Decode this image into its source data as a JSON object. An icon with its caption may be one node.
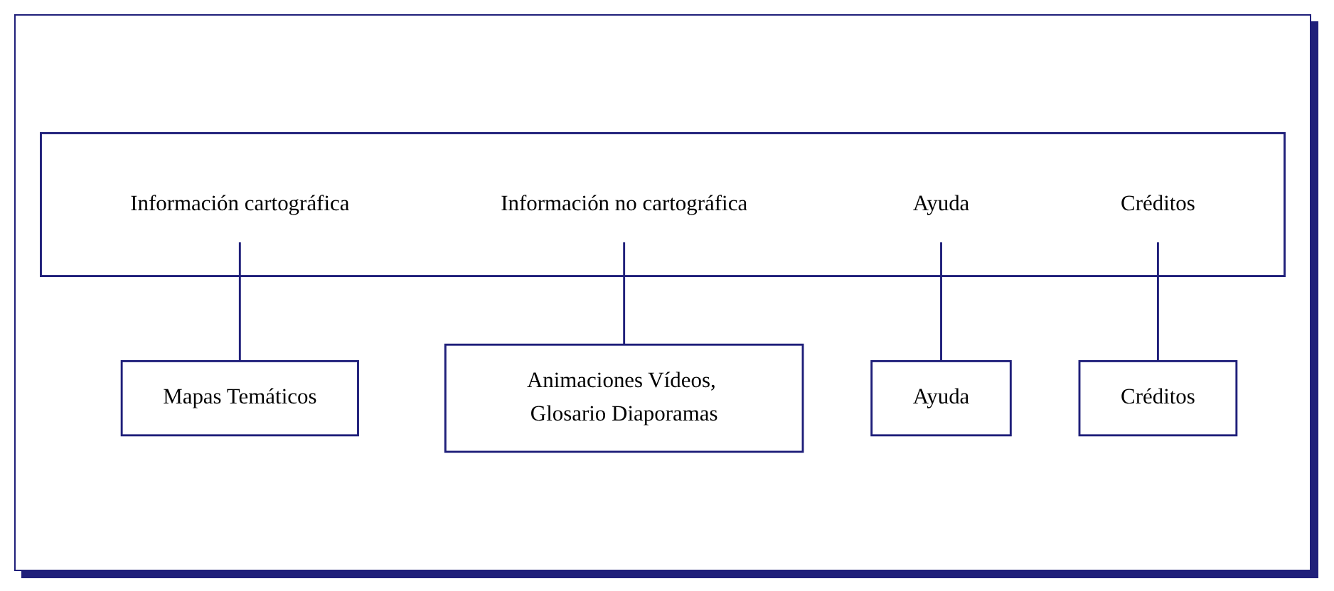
{
  "diagram": {
    "nodes": [
      {
        "text": [],
        "shape": "box"
      },
      {
        "text": [
          "Información cartográfica"
        ],
        "in": 0
      },
      {
        "text": [
          "Información no cartográfica"
        ],
        "in": 0
      },
      {
        "text": [
          "Ayuda"
        ],
        "in": 0
      },
      {
        "text": [
          "Créditos"
        ],
        "in": 0
      },
      {
        "text": [
          "Mapas Temáticos"
        ]
      },
      {
        "text": [
          "Animaciones Vídeos, Glosario Diaporamas"
        ]
      },
      {
        "text": [
          "Ayuda"
        ]
      },
      {
        "text": [
          "Créditos"
        ]
      }
    ],
    "edges": [
      {
        "from": 1,
        "to": 5,
        "arrow": "none"
      },
      {
        "from": 2,
        "to": 6,
        "arrow": "none"
      },
      {
        "from": 3,
        "to": 7,
        "arrow": "none"
      },
      {
        "from": 4,
        "to": 8,
        "arrow": "none"
      }
    ]
  }
}
